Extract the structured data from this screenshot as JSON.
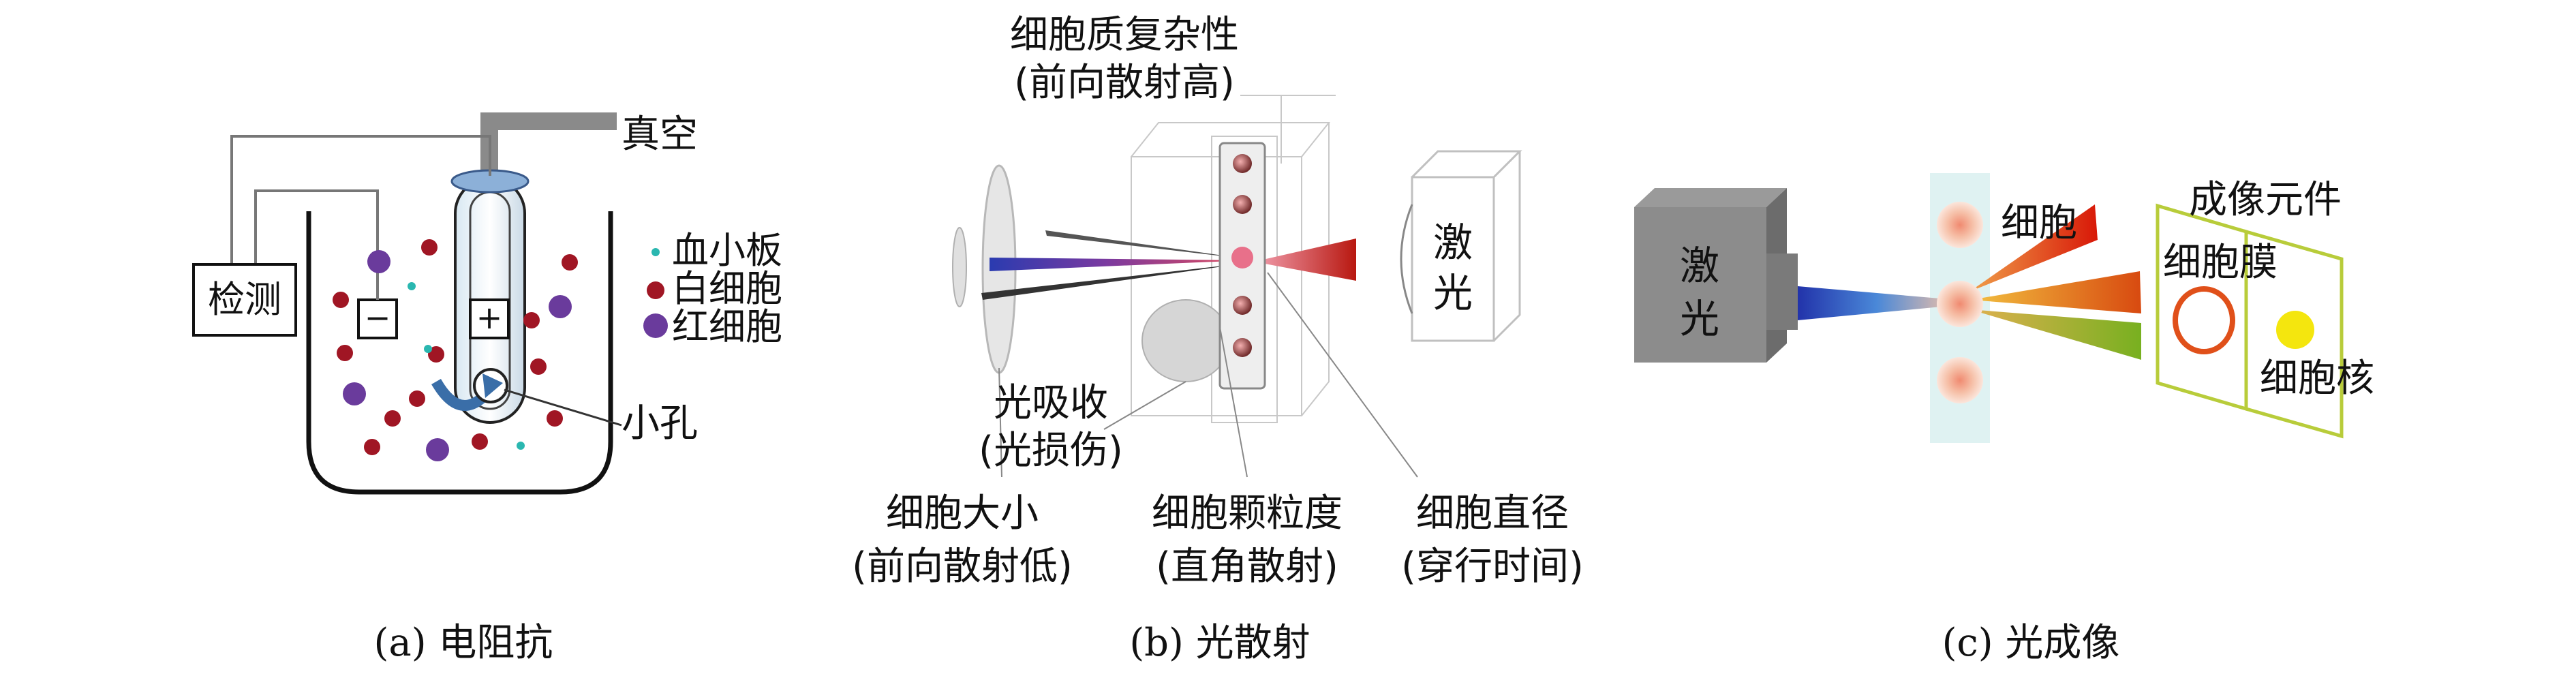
{
  "panel_a": {
    "caption": "(a) 电阻抗",
    "vacuum": "真空",
    "detect": "检测",
    "minus": "−",
    "plus": "+",
    "pore": "小孔",
    "legend": {
      "platelet": "血小板",
      "wbc": "白细胞",
      "rbc": "红细胞"
    },
    "colors": {
      "platelet": "#2ab7b0",
      "wbc": "#a01624",
      "rbc": "#6a3b9c"
    }
  },
  "panel_b": {
    "caption": "(b) 光散射",
    "complexity": "细胞质复杂性",
    "complexity_sub": "(前向散射高)",
    "absorb": "光吸收",
    "absorb_sub": "(光损伤)",
    "size": "细胞大小",
    "size_sub": "(前向散射低)",
    "granularity": "细胞颗粒度",
    "granularity_sub": "(直角散射)",
    "diameter": "细胞直径",
    "diameter_sub": "(穿行时间)",
    "laser": "激",
    "laser2": "光"
  },
  "panel_c": {
    "caption": "(c) 光成像",
    "laser": "激",
    "laser2": "光",
    "cell": "细胞",
    "imaging": "成像元件",
    "membrane": "细胞膜",
    "nucleus": "细胞核",
    "colors": {
      "membrane": "#e0501a",
      "nucleus": "#f4e60e",
      "frame": "#b8cc3a"
    }
  }
}
